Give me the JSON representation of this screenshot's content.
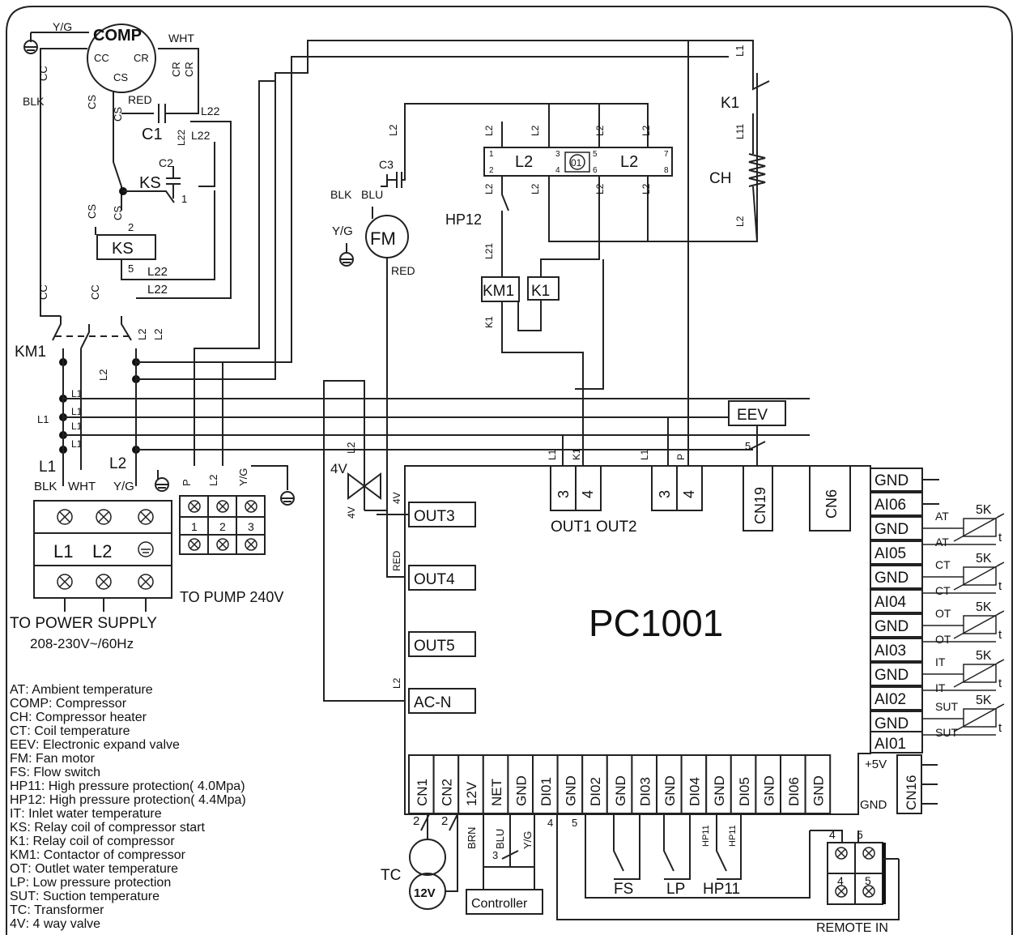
{
  "components": {
    "comp": "COMP",
    "comp_terms": [
      "CC",
      "CR",
      "CS"
    ],
    "wht": "WHT",
    "yg": "Y/G",
    "blk": "BLK",
    "red": "RED",
    "c1": "C1",
    "c2": "C2",
    "c3": "C3",
    "ks": "KS",
    "km1": "KM1",
    "k1": "K1",
    "ch": "CH",
    "fm": "FM",
    "blu": "BLU",
    "hp12": "HP12",
    "eev": "EEV",
    "fourv": "4V",
    "tc": "TC",
    "tc_v": "12V",
    "controller": "Controller",
    "fs": "FS",
    "lp": "LP",
    "hp11": "HP11",
    "relay_l2": "L2",
    "relay_o1": "01"
  },
  "wire_labels": {
    "cc": "CC",
    "cs": "CS",
    "cr": "CR",
    "l1": "L1",
    "l2": "L2",
    "l11": "L11",
    "l21": "L21",
    "l22": "L22",
    "k1w": "K1",
    "p": "P",
    "brn": "BRN",
    "n2": "2",
    "n1": "1",
    "n3": "3",
    "n4": "4",
    "n5": "5",
    "n6": "6",
    "n7": "7",
    "n8": "8"
  },
  "power": {
    "title": "TO POWER SUPPLY",
    "spec": "208-230V~/60Hz",
    "top_labels": [
      "BLK",
      "WHT",
      "Y/G"
    ],
    "mid_labels": [
      "L1",
      "L2"
    ]
  },
  "pump": {
    "title": "TO PUMP 240V",
    "top_labels": [
      "P",
      "L2",
      "Y/G"
    ],
    "nums": [
      "1",
      "2",
      "3"
    ]
  },
  "board": {
    "name": "PC1001",
    "outputs": [
      "OUT3",
      "OUT4",
      "OUT5",
      "AC-N"
    ],
    "out12": "OUT1 OUT2",
    "out_pins": [
      "3",
      "4",
      "3",
      "4"
    ],
    "top_conns": [
      "CN19",
      "CN6"
    ],
    "right_pins": [
      "GND",
      "AI06",
      "GND",
      "AI05",
      "GND",
      "AI04",
      "GND",
      "AI03",
      "GND",
      "AI02",
      "GND",
      "AI01"
    ],
    "plus5v": "+5V",
    "gnd": "GND",
    "cn16": "CN16",
    "bottom_pins": [
      "CN1",
      "CN2",
      "12V",
      "NET",
      "GND",
      "DI01",
      "GND",
      "DI02",
      "GND",
      "DI03",
      "GND",
      "DI04",
      "GND",
      "DI05",
      "GND",
      "DI06",
      "GND"
    ]
  },
  "sensors": [
    {
      "name": "AT",
      "value": "5K"
    },
    {
      "name": "CT",
      "value": "5K"
    },
    {
      "name": "OT",
      "value": "5K"
    },
    {
      "name": "IT",
      "value": "5K"
    },
    {
      "name": "SUT",
      "value": "5K"
    }
  ],
  "sensor_t": "t",
  "remote": {
    "title": "REMOTE IN",
    "nums": [
      "4",
      "5",
      "4",
      "5"
    ]
  },
  "legend": [
    {
      "key": "AT",
      "desc": "Ambient temperature"
    },
    {
      "key": "COMP",
      "desc": "Compressor"
    },
    {
      "key": "CH",
      "desc": "Compressor heater"
    },
    {
      "key": "CT",
      "desc": "Coil temperature"
    },
    {
      "key": "EEV",
      "desc": "Electronic expand valve"
    },
    {
      "key": "FM",
      "desc": "Fan motor"
    },
    {
      "key": "FS",
      "desc": "Flow switch"
    },
    {
      "key": "HP11",
      "desc": "High pressure protection( 4.0Mpa)"
    },
    {
      "key": "HP12",
      "desc": "High pressure protection( 4.4Mpa)"
    },
    {
      "key": "IT",
      "desc": "Inlet water temperature"
    },
    {
      "key": "KS",
      "desc": "Relay coil of compressor start"
    },
    {
      "key": "K1",
      "desc": "Relay coil of compressor"
    },
    {
      "key": "KM1",
      "desc": "Contactor of compressor"
    },
    {
      "key": "OT",
      "desc": "Outlet water temperature"
    },
    {
      "key": "LP",
      "desc": "Low pressure protection"
    },
    {
      "key": "SUT",
      "desc": "Suction temperature"
    },
    {
      "key": "TC",
      "desc": "Transformer"
    },
    {
      "key": "4V",
      "desc": "4 way valve"
    }
  ]
}
